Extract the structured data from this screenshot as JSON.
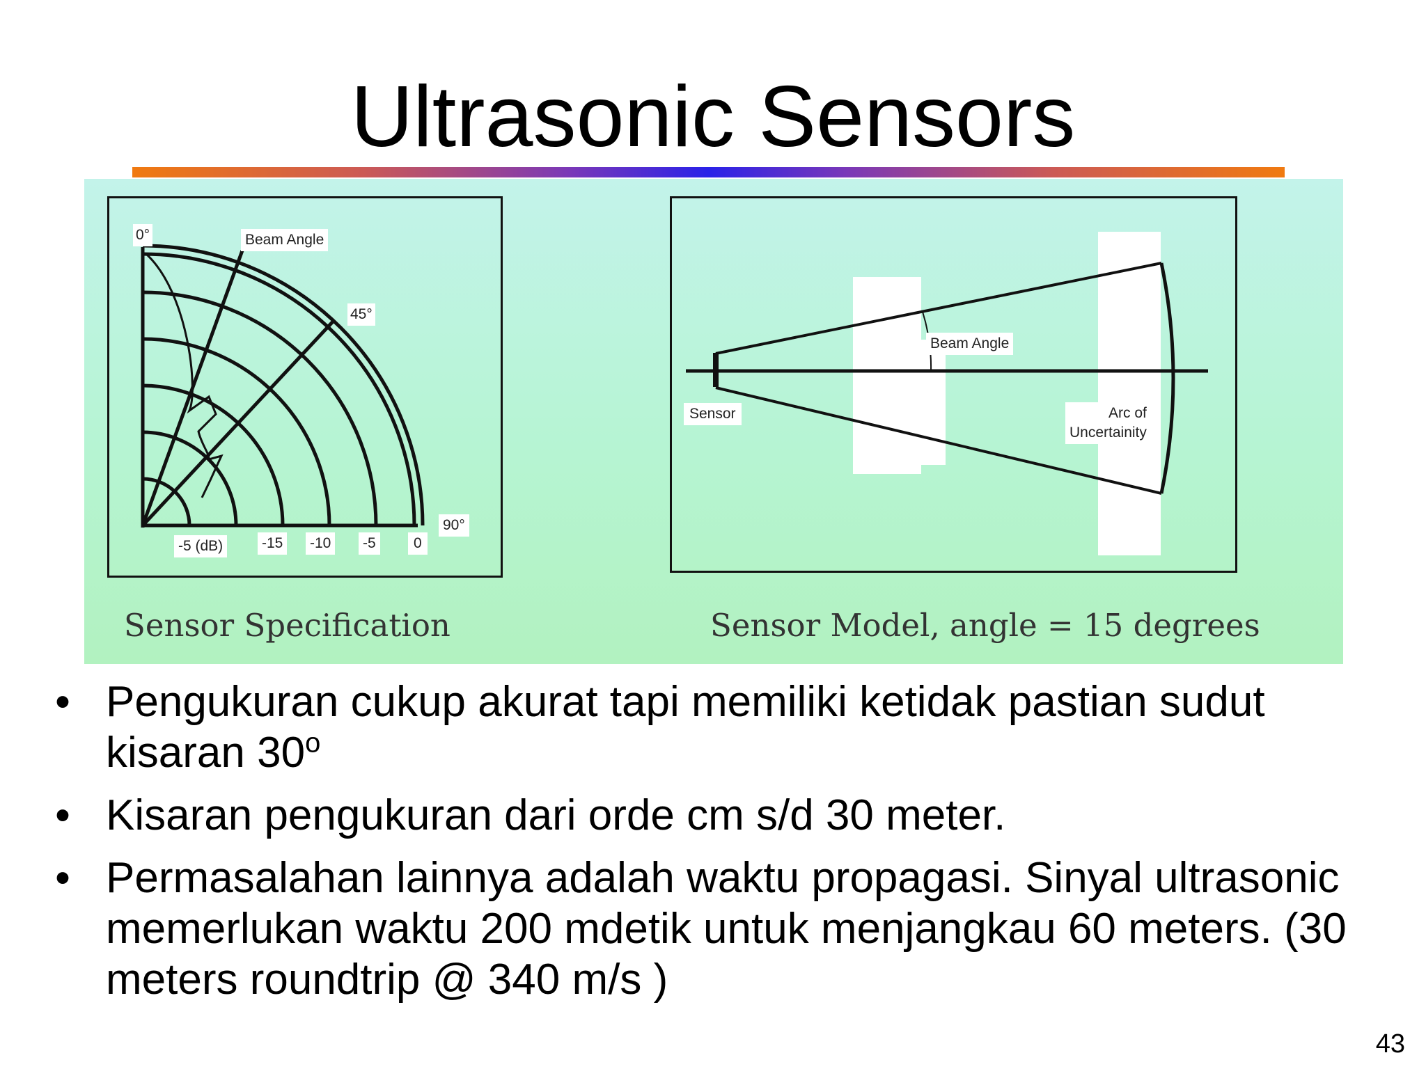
{
  "slide": {
    "title": "Ultrasonic Sensors",
    "page_number": "43"
  },
  "figure_left": {
    "caption": "Sensor Specification",
    "labels": {
      "angle_0": "0°",
      "beam_angle": "Beam Angle",
      "angle_45": "45°",
      "angle_90": "90°",
      "db_minus5_db": "-5 (dB)",
      "db_minus15": "-15",
      "db_minus10": "-10",
      "db_minus5": "-5",
      "db_0": "0"
    }
  },
  "figure_right": {
    "caption": "Sensor Model, angle = 15 degrees",
    "labels": {
      "beam_angle": "Beam Angle",
      "sensor": "Sensor",
      "arc_line1": "Arc of",
      "arc_line2": "Uncertainity"
    }
  },
  "bullets": [
    {
      "text": "Pengukuran cukup akurat tapi memiliki ketidak pastian sudut kisaran 30",
      "sup": "o"
    },
    {
      "text": "Kisaran pengukuran dari orde cm s/d 30 meter.",
      "sup": ""
    },
    {
      "text": "Permasalahan lainnya adalah waktu propagasi. Sinyal ultrasonic memerlukan waktu 200 mdetik untuk menjangkau 60 meters. (30 meters roundtrip @ 340 m/s )",
      "sup": ""
    }
  ],
  "bullet_symbol": "•"
}
